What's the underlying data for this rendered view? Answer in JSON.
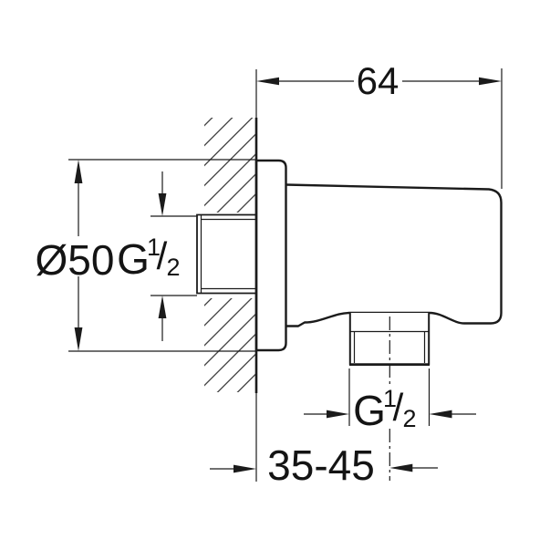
{
  "drawing": {
    "kind": "technical-dimension-drawing",
    "subject": "shower wall union elbow, side section view",
    "background_color": "#ffffff",
    "line_color": "#1b1b1b",
    "labels": {
      "depth": "64",
      "flange_diameter": "Ø50",
      "rear_thread": {
        "prefix": "G",
        "numerator": "1",
        "slash": "/",
        "denominator": "2"
      },
      "outlet_thread": {
        "prefix": "G",
        "numerator": "1",
        "slash": "/",
        "denominator": "2"
      },
      "install_depth_range": "35-45"
    }
  }
}
